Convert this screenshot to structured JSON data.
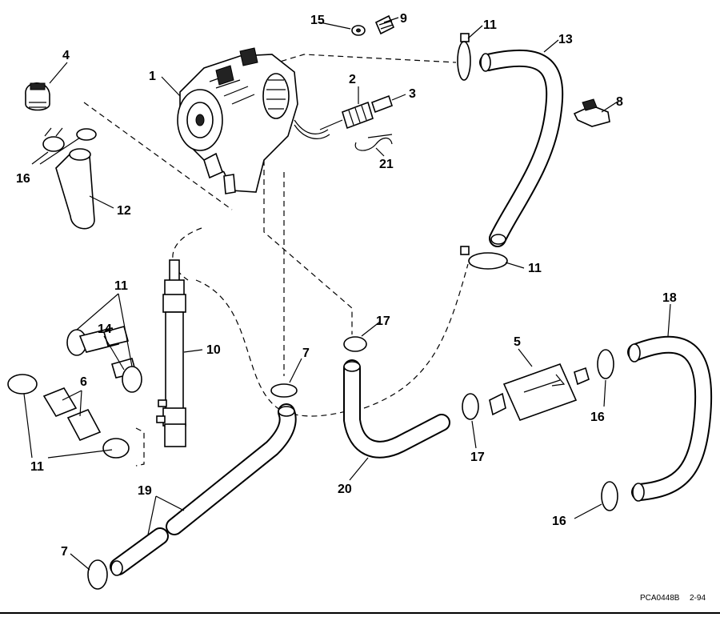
{
  "parts": {
    "p1": "1",
    "p2": "2",
    "p3": "3",
    "p4": "4",
    "p5": "5",
    "p6": "6",
    "p7": "7",
    "p8": "8",
    "p9": "9",
    "p10": "10",
    "p11": "11",
    "p12": "12",
    "p13": "13",
    "p14": "14",
    "p15": "15",
    "p16": "16",
    "p17": "17",
    "p18": "18",
    "p19": "19",
    "p20": "20",
    "p21": "21"
  },
  "footer": {
    "code": "PCA0448B",
    "date": "2-94"
  }
}
